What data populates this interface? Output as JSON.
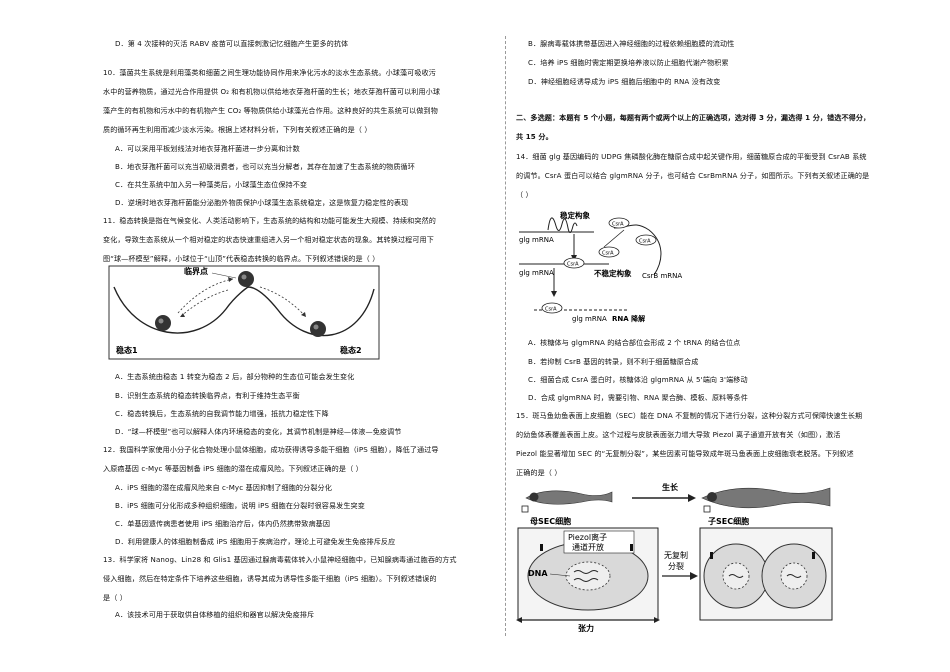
{
  "left": {
    "q9d": "D．第 4 次接种的灭活 RABV 疫苗可以直接刺激记忆细胞产生更多的抗体",
    "q10": {
      "stem": [
        "10．藻菌共生系统是利用藻类和细菌之间生理功能协同作用来净化污水的淡水生态系统。小球藻可吸收污",
        "水中的营养物质，通过光合作用提供 O₂ 和有机物以供给地衣芽孢杆菌的生长；地衣芽孢杆菌可以利用小球",
        "藻产生的有机物和污水中的有机物产生 CO₂ 等物质供给小球藻光合作用。这种良好的共生系统可以做到物",
        "质的循环再生利用而减少淡水污染。根据上述材料分析，下列有关叙述正确的是（     ）"
      ],
      "options": [
        "A．可以采用平板划线法对地衣芽孢杆菌进一步分离和计数",
        "B．地衣芽孢杆菌可以充当初级消费者，也可以充当分解者，其存在加速了生态系统的物质循环",
        "C．在共生系统中加入另一种藻类后，小球藻生态位保持不变",
        "D．逆境时地衣芽孢杆菌能分泌胞外物质保护小球藻生态系统稳定，这是恢复力稳定性的表现"
      ]
    },
    "q11": {
      "stem": [
        "11．稳态转换是指在气候变化、人类活动影响下，生态系统的结构和功能可能发生大规模、持续和突然的",
        "变化，导致生态系统从一个相对稳定的状态快速重组进入另一个相对稳定状态的现象。其转换过程可用下",
        "图“球—杯模型”解释，小球位于“山顶”代表稳态转换的临界点。下列叙述错误的是（     ）"
      ],
      "figure": {
        "critical_label": "临界点",
        "state1": "稳态1",
        "state2": "稳态2"
      },
      "options": [
        "A．生态系统由稳态 1 转变为稳态 2 后，部分物种的生态位可能会发生变化",
        "B．识别生态系统的稳态转换临界点，有利于维持生态平衡",
        "C．稳态转换后，生态系统的自我调节能力增强，抵抗力稳定性下降",
        "D．“球—杯模型”也可以解释人体内环境稳态的变化，其调节机制是神经—体液—免疫调节"
      ]
    },
    "q12": {
      "stem": [
        "12．我国科学家使用小分子化合物处理小鼠体细胞，成功获得诱导多能干细胞（iPS 细胞），降低了通过导",
        "入原癌基因 c-Myc 等基因制备 iPS 细胞的潜在成瘤风险。下列叙述正确的是（     ）"
      ],
      "options": [
        "A．iPS 细胞的潜在成瘤风险来自 c-Myc 基因抑制了细胞的分裂分化",
        "B．iPS 细胞可分化形成多种组织细胞，说明 iPS 细胞在分裂时很容易发生突变",
        "C．单基因遗传病患者使用 iPS 细胞治疗后，体内仍然携带致病基因",
        "D．利用健康人的体细胞制备成 iPS 细胞用于疾病治疗，理论上可避免发生免疫排斥反应"
      ]
    },
    "q13": {
      "stem": [
        "13．科学家将 Nanog、Lin28 和 Glis1 基因通过腺病毒载体转入小鼠神经细胞中，已知腺病毒通过胞吞的方式",
        "侵入细胞，然后在特定条件下培养这些细胞，诱导其成为诱导性多能干细胞（iPS 细胞）。下列叙述错误的",
        "是（     ）"
      ],
      "options": [
        "A．该技术可用于获取供自体移植的组织和器官以解决免疫排斥"
      ]
    }
  },
  "right": {
    "q13_rest": [
      "B．腺病毒载体携带基因进入神经细胞的过程依赖细胞膜的流动性",
      "C．培养 iPS 细胞时需定期更换培养液以防止细胞代谢产物积累",
      "D．神经细胞经诱导成为 iPS 细胞后细胞中的 RNA 没有改变"
    ],
    "section2": [
      "二、多选题：本题有 5 个小题，每题有两个或两个以上的正确选项，选对得 3 分，漏选得 1 分，错选不得分，",
      "共 15 分。"
    ],
    "q14": {
      "stem": [
        "14．细菌 glg 基因编码的 UDPG 焦磷酸化酶在糖原合成中起关键作用，细菌糖原合成的平衡受到 CsrAB 系统",
        "的调节。CsrA 蛋白可以结合 glgmRNA 分子，也可结合 CsrBmRNA 分子，如图所示。下列有关叙述正确的是",
        "（     ）"
      ],
      "figure": {
        "stable": "稳定构象",
        "glg_mrna": "glg mRNA",
        "unstable": "不稳定构象",
        "csrb_mrna": "CsrB mRNA",
        "degrade": "RNA 降解",
        "csra": "CsrA"
      },
      "options": [
        "A．核糖体与 glgmRNA 的结合部位会形成 2 个 tRNA 的结合位点",
        "B．若抑制 CsrB 基因的转录，则不利于细菌糖原合成",
        "C．细菌合成 CsrA 蛋白时，核糖体沿 glgmRNA 从 5'端向 3'端移动",
        "D．合成 glgmRNA 时，需要引物、RNA 聚合酶、模板、原料等条件"
      ]
    },
    "q15": {
      "stem": [
        "15．斑马鱼幼鱼表面上皮细胞（SEC）能在 DNA 不复制的情况下进行分裂，这种分裂方式可保障快速生长期",
        "的幼鱼体表覆盖表面上皮。这个过程与皮肤表面张力增大导致 Piezol 离子通道开放有关（如图），激活",
        "Piezol 能显著增加 SEC 的“无复制分裂”，某些因素可能导致成年斑马鱼表面上皮细胞衰老脱落。下列叙述",
        "正确的是（     ）"
      ],
      "figure": {
        "growth": "生长",
        "mother": "母SEC细胞",
        "child": "子SEC细胞",
        "piezo": "Piezol离子",
        "channel": "通道开放",
        "dna": "DNA",
        "nodup": "无复制",
        "split": "分裂",
        "tension": "张力"
      }
    }
  }
}
